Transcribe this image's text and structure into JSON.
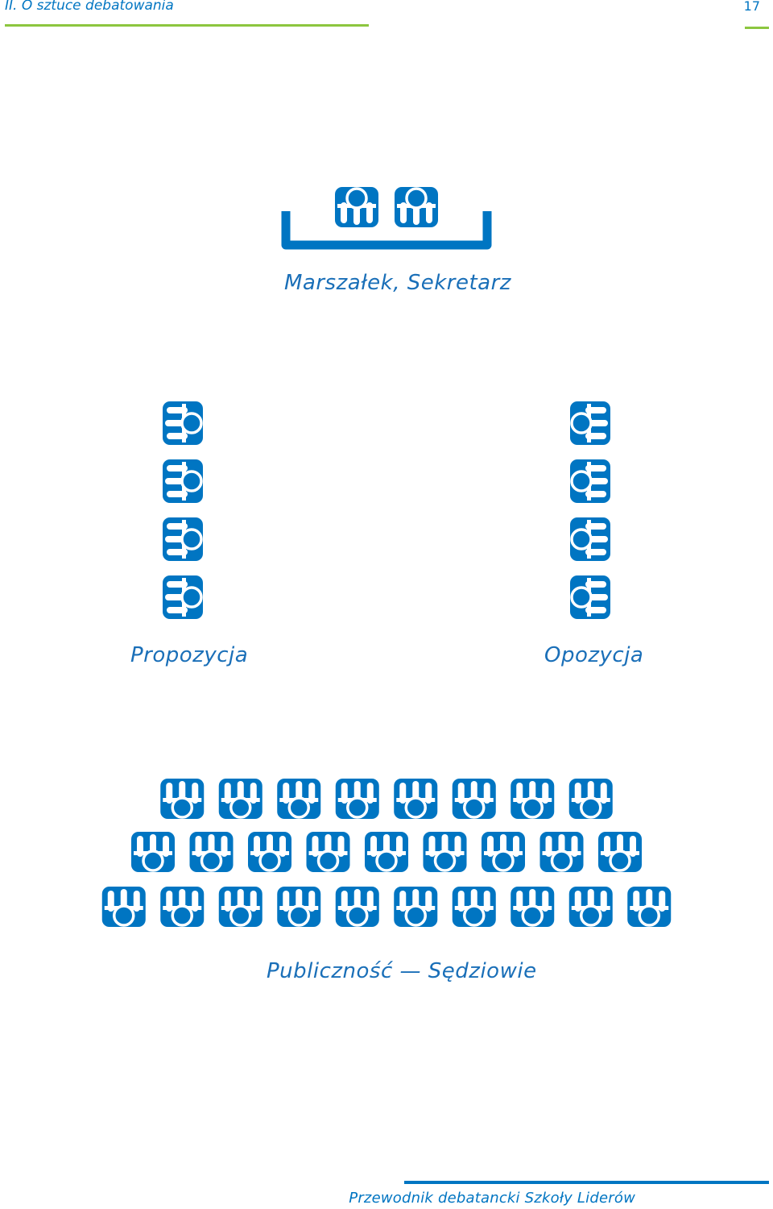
{
  "header": {
    "title": "II. O sztuce debatowania",
    "page_number": "17"
  },
  "footer": {
    "text": "Przewodnik debatancki Szkoły Liderów"
  },
  "diagram": {
    "speaker_label": "Marszałek, Sekretarz",
    "proposition_label": "Propozycja",
    "opposition_label": "Opozycja",
    "audience_label": "Publiczność — Sędziowie",
    "speaker_count": 2,
    "proposition_count": 4,
    "opposition_count": 4,
    "audience_rows": [
      8,
      9,
      10
    ]
  },
  "colors": {
    "primary": "#0075c2",
    "accent": "#8cc63f",
    "text": "#1a6fb8"
  }
}
